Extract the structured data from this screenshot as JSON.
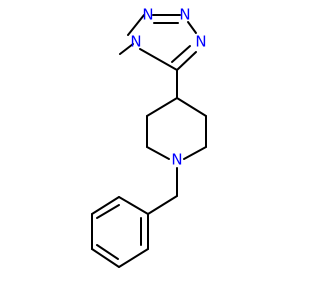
{
  "molecule": {
    "atoms": [
      {
        "id": "n1",
        "symbol": "N",
        "color": "#0000ff"
      },
      {
        "id": "n2",
        "symbol": "N",
        "color": "#0000ff"
      },
      {
        "id": "n3",
        "symbol": "N",
        "color": "#0000ff"
      },
      {
        "id": "n4",
        "symbol": "N",
        "color": "#0000ff"
      },
      {
        "id": "n5",
        "symbol": "N",
        "color": "#0000ff"
      }
    ],
    "bond_color": "#000000",
    "background": "#ffffff"
  }
}
